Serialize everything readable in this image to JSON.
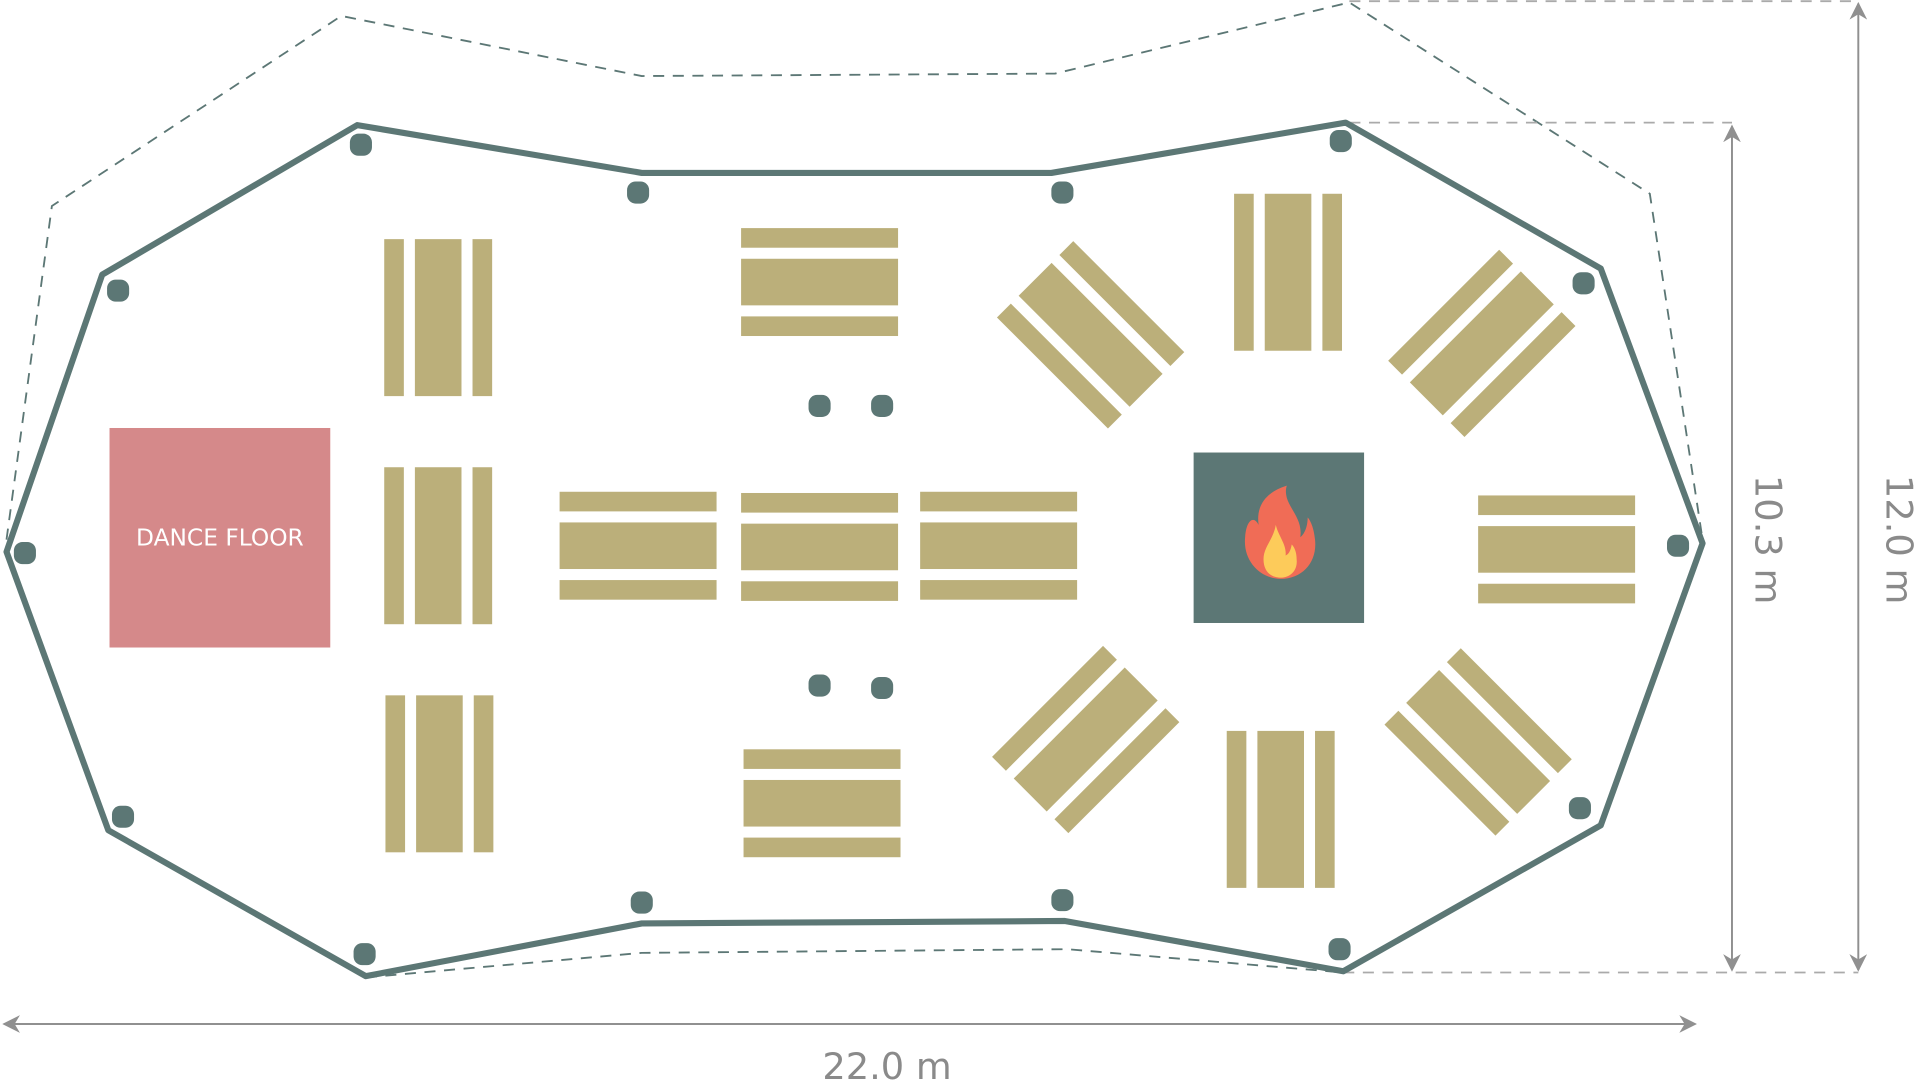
{
  "floorplan": {
    "dance_floor_label": "DANCE FLOOR",
    "width_label": "22.0 m",
    "inner_height_label": "10.3 m",
    "outer_height_label": "12.0 m"
  },
  "colors": {
    "tent_outline": "#5C7775",
    "bench": "#BBAF7A",
    "dance_floor": "#D5898A",
    "fire_pit": "#5C7775",
    "dimension": "#909090"
  },
  "icons": {
    "fire": "fire-icon"
  }
}
